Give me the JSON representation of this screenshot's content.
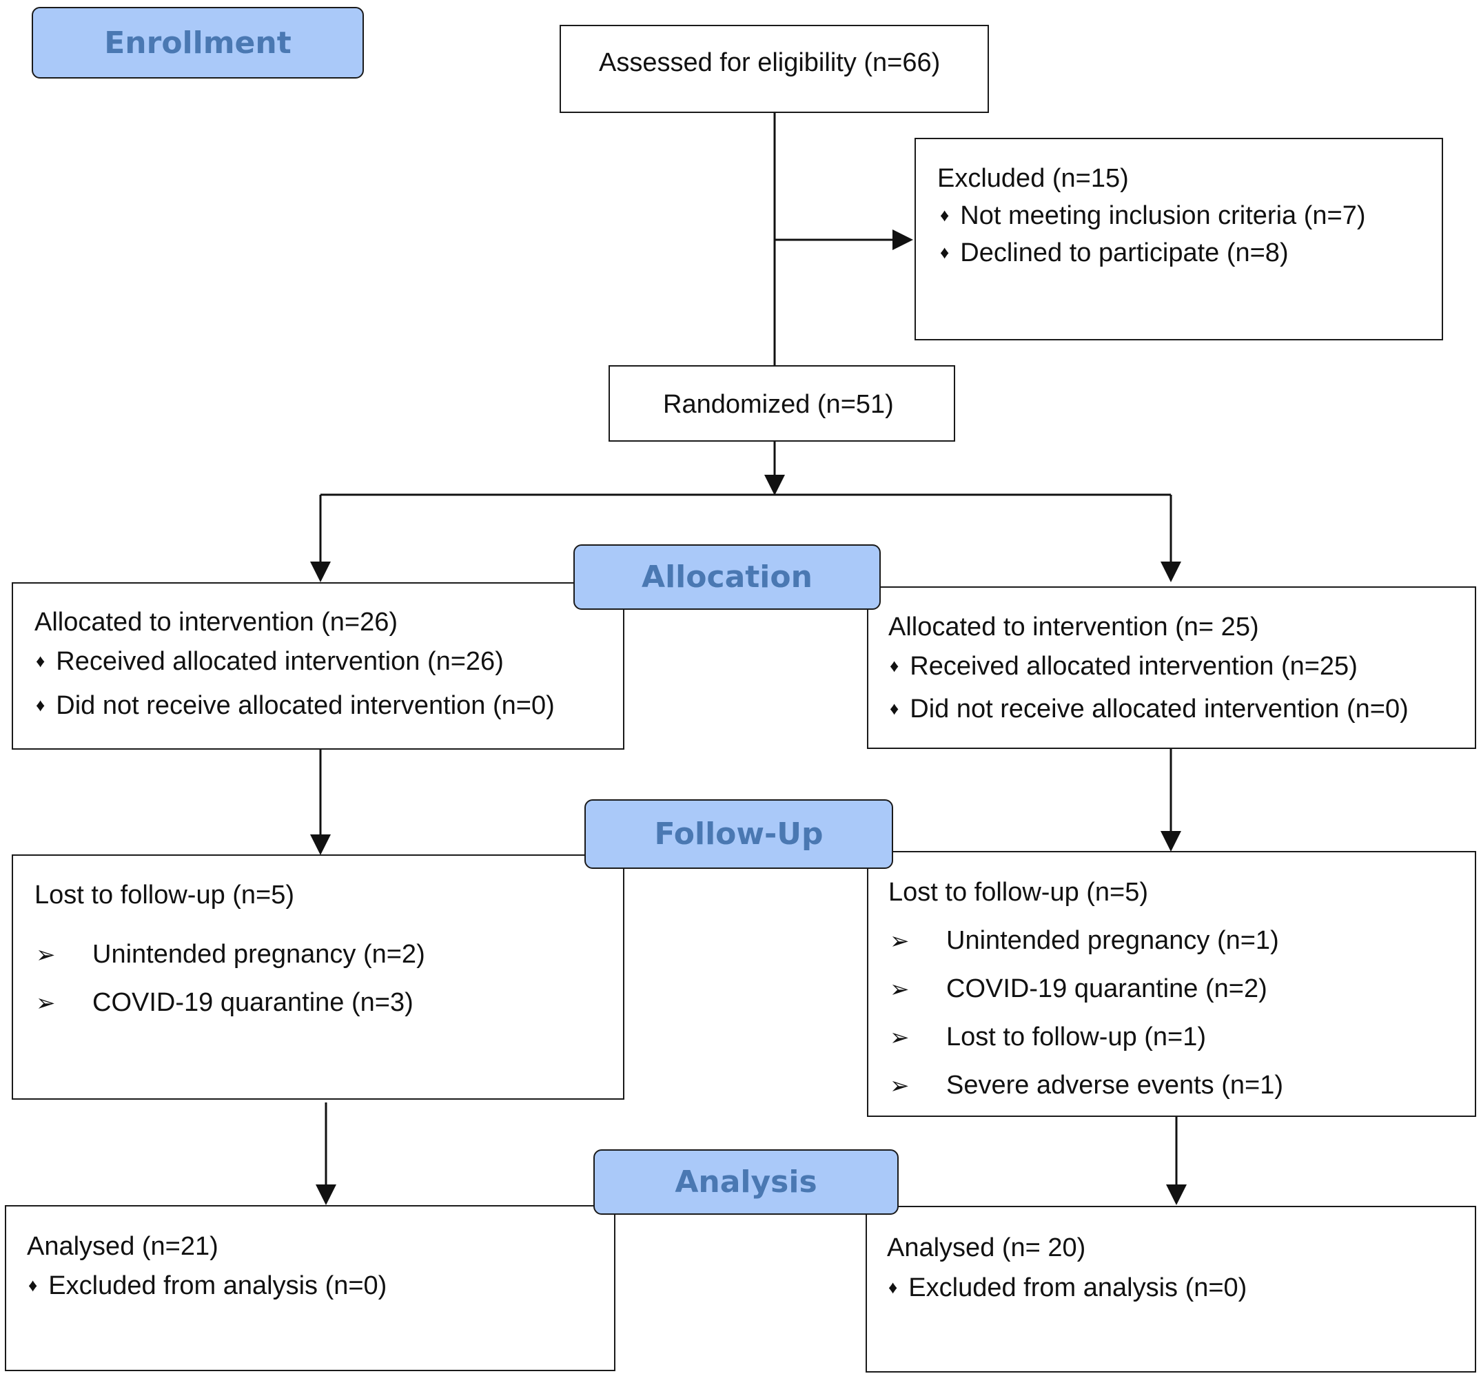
{
  "stages": {
    "enrollment": "Enrollment",
    "allocation": "Allocation",
    "followup": "Follow-Up",
    "analysis": "Analysis"
  },
  "assessed": "Assessed for eligibility (n=66)",
  "excluded": {
    "title": "Excluded (n=15)",
    "items": [
      "Not meeting inclusion criteria (n=7)",
      "Declined to participate (n=8)"
    ]
  },
  "randomized": "Randomized (n=51)",
  "allocation_left": {
    "title": "Allocated to intervention (n=26)",
    "items": [
      "Received allocated intervention (n=26)",
      "Did not receive allocated intervention (n=0)"
    ]
  },
  "allocation_right": {
    "title": "Allocated to intervention (n= 25)",
    "items": [
      "Received allocated intervention (n=25)",
      "Did not receive allocated intervention (n=0)"
    ]
  },
  "followup_left": {
    "title": "Lost to follow-up (n=5)",
    "items": [
      "Unintended pregnancy (n=2)",
      "COVID-19 quarantine (n=3)"
    ]
  },
  "followup_right": {
    "title": "Lost to follow-up (n=5)",
    "items": [
      "Unintended pregnancy (n=1)",
      "COVID-19 quarantine (n=2)",
      "Lost to follow-up (n=1)",
      "Severe adverse events (n=1)"
    ]
  },
  "analysis_left": {
    "title": "Analysed (n=21)",
    "items": [
      "Excluded from analysis (n=0)"
    ]
  },
  "analysis_right": {
    "title": "Analysed (n= 20)",
    "items": [
      "Excluded from analysis (n=0)"
    ]
  },
  "symbols": {
    "diamond": "♦",
    "arrowhead": "➢"
  }
}
